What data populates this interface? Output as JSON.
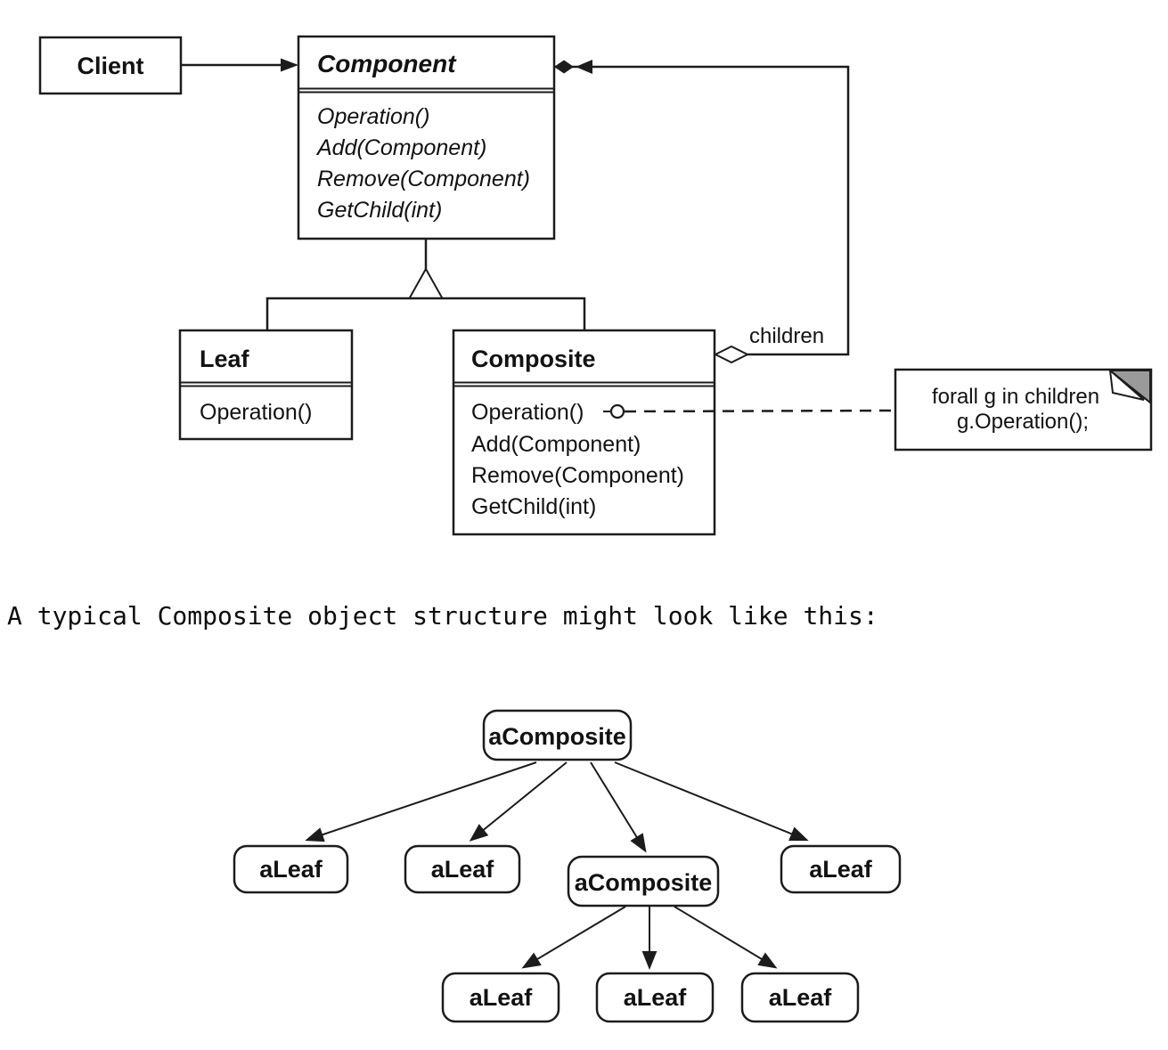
{
  "colors": {
    "ink": "#1c1c1c",
    "paper": "#ffffff",
    "note_fold_gray": "#9a9a9a"
  },
  "class_diagram": {
    "client": {
      "name": "Client"
    },
    "component": {
      "name": "Component",
      "methods": [
        "Operation()",
        "Add(Component)",
        "Remove(Component)",
        "GetChild(int)"
      ]
    },
    "leaf": {
      "name": "Leaf",
      "methods": [
        "Operation()"
      ]
    },
    "composite": {
      "name": "Composite",
      "methods": [
        "Operation()",
        "Add(Component)",
        "Remove(Component)",
        "GetChild(int)"
      ]
    },
    "association_label": "children",
    "note": {
      "line1": "forall g in children",
      "line2": "g.Operation();"
    }
  },
  "caption": "A typical Composite object structure might look like this:",
  "object_diagram": {
    "root": "aComposite",
    "level2": [
      "aLeaf",
      "aLeaf",
      "aComposite",
      "aLeaf"
    ],
    "level3": [
      "aLeaf",
      "aLeaf",
      "aLeaf"
    ]
  }
}
